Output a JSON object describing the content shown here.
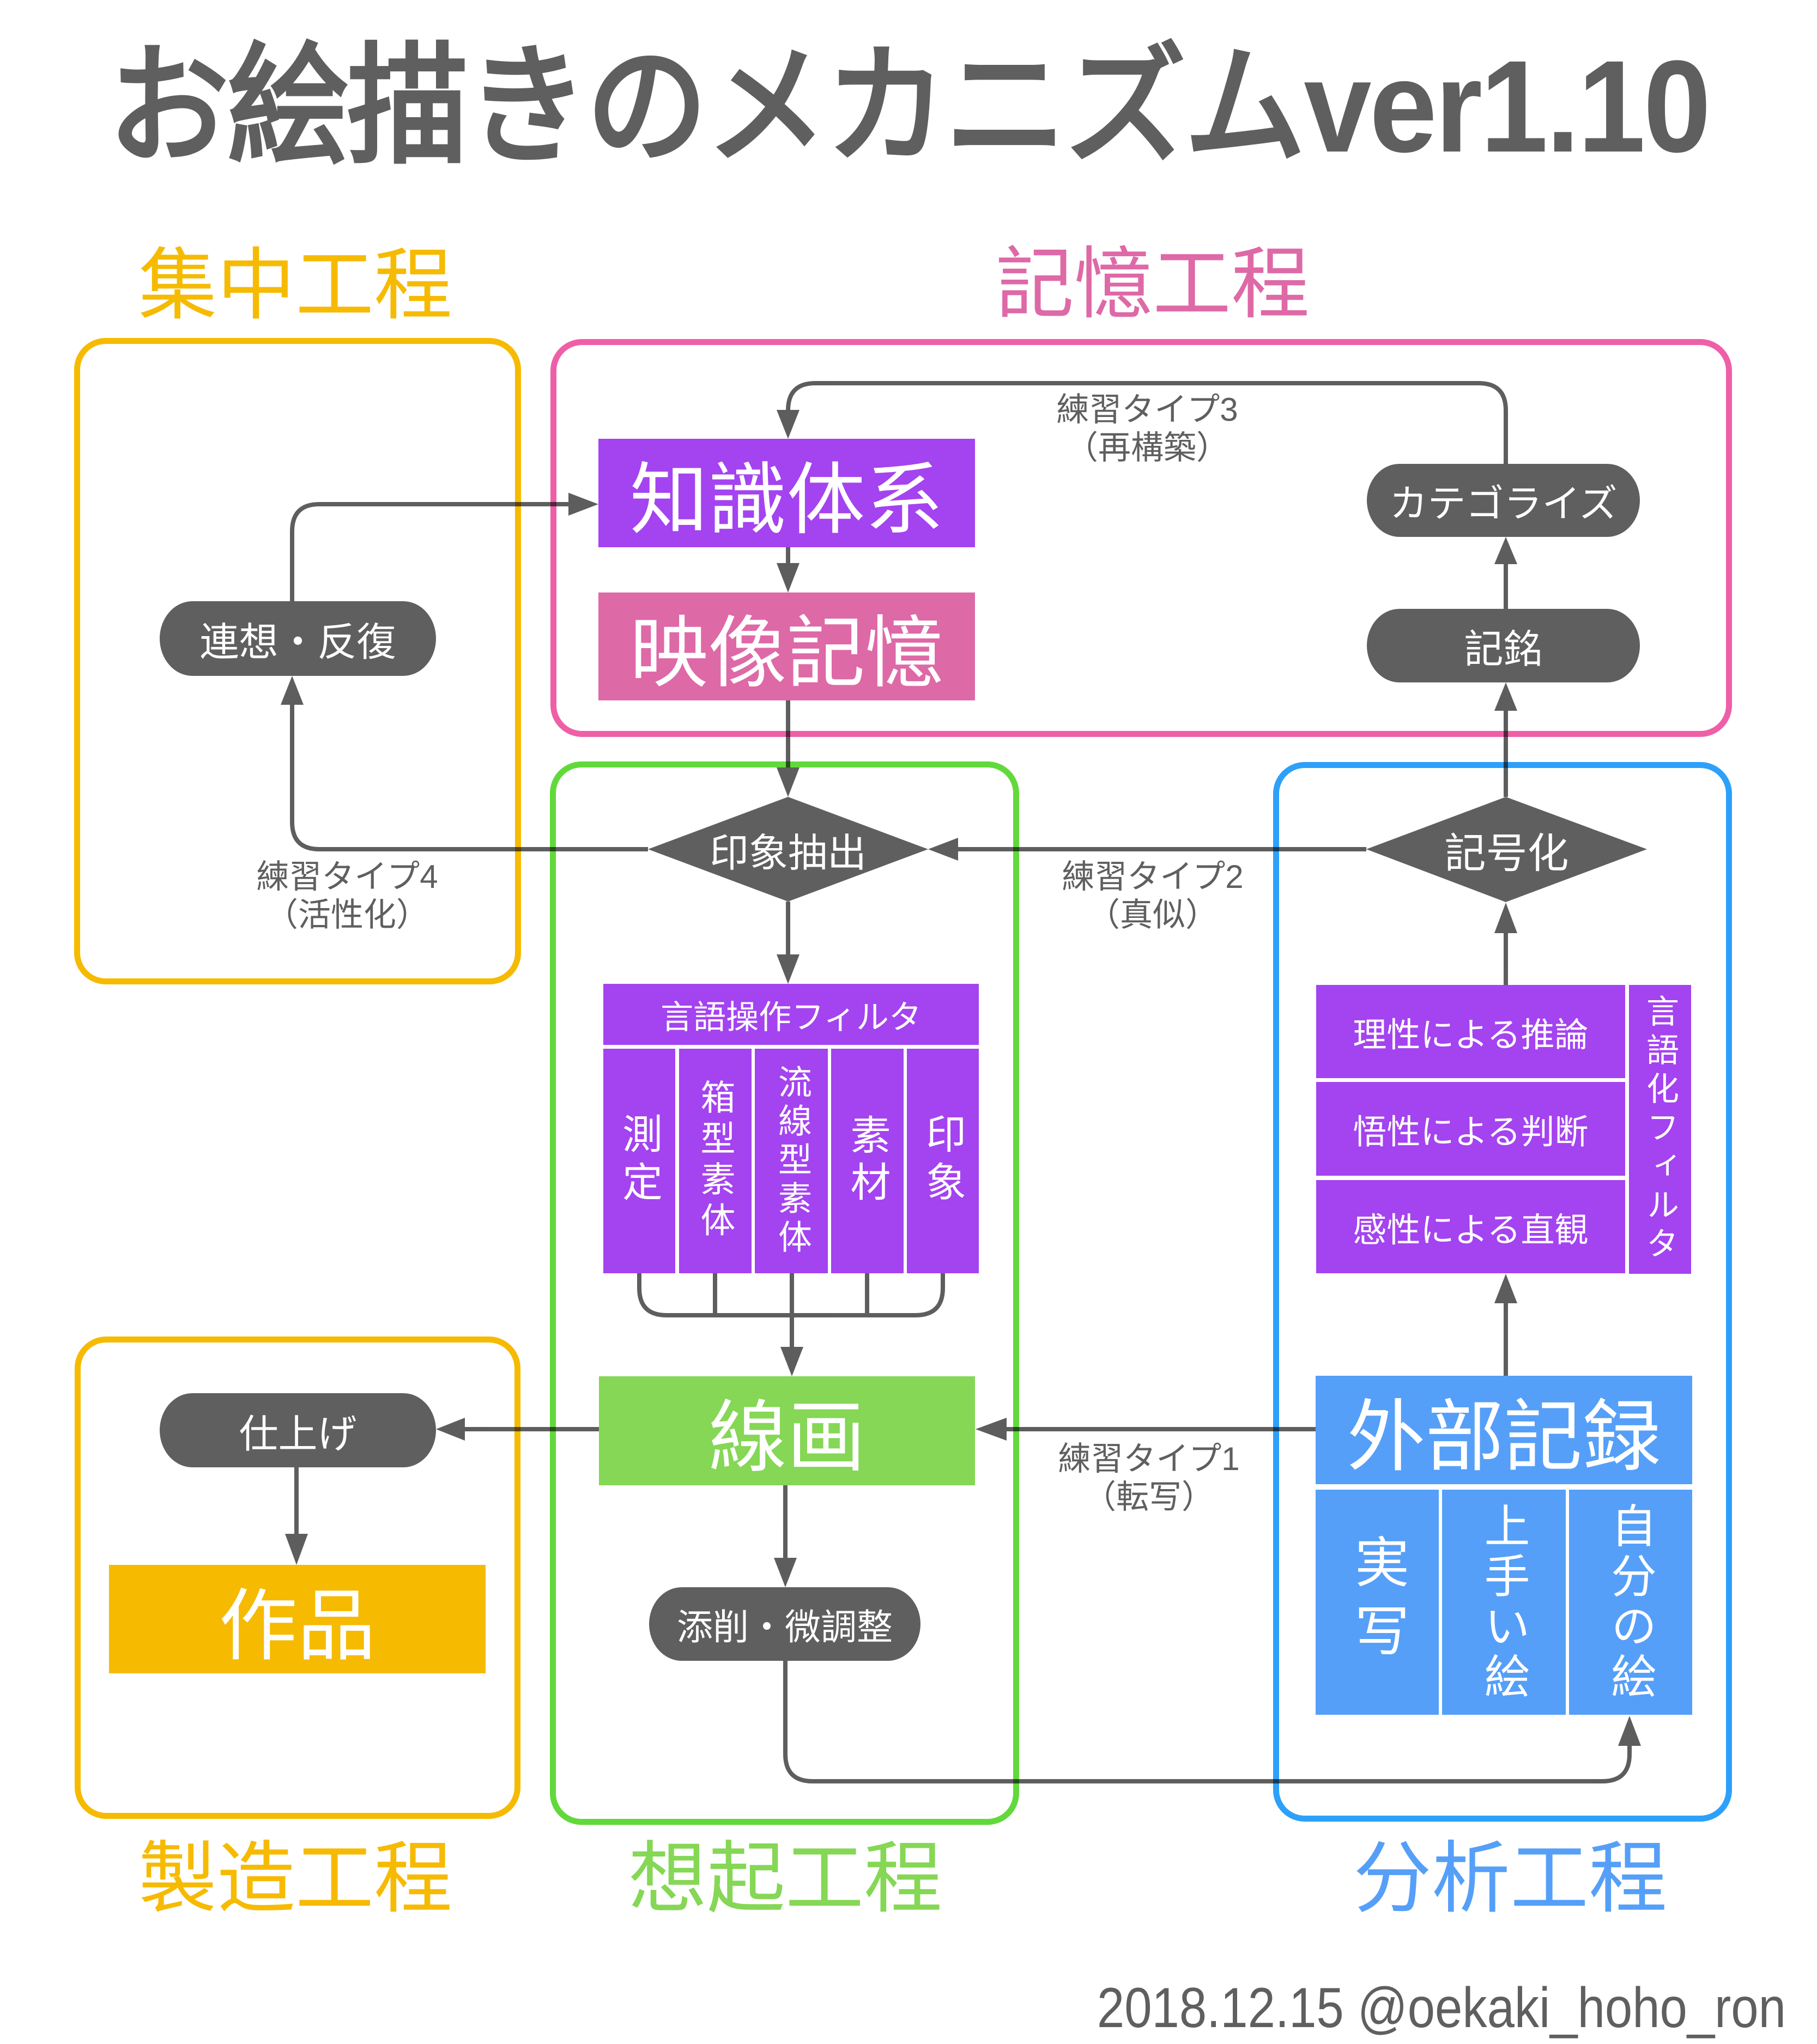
{
  "title": "お絵描きのメカニズムver1.10",
  "colors": {
    "gray": "#5F5F5F",
    "yellow": "#F6BA00",
    "pink_border": "#EF5FA7",
    "pink_fill": "#DE69A7",
    "purple": "#A443F0",
    "green_border": "#62D93B",
    "green_fill": "#85D755",
    "blue_border": "#2DA0FA",
    "blue_fill": "#559FF8"
  },
  "stages": {
    "focus": "集中工程",
    "memory": "記憶工程",
    "production": "製造工程",
    "recall": "想起工程",
    "analysis": "分析工程"
  },
  "nodes": {
    "knowledge_system": "知識体系",
    "visual_memory": "映像記憶",
    "categorize": "カテゴライズ",
    "encoding": "記銘",
    "association": "連想・反復",
    "impression_extraction": "印象抽出",
    "symbolization": "記号化",
    "language_filter": {
      "title": "言語操作フィルタ",
      "items": [
        "測定",
        "箱型素体",
        "流線型素体",
        "素材",
        "印象"
      ]
    },
    "verbalization_filter": {
      "title": "言語化フィルタ",
      "items": [
        "理性による推論",
        "悟性による判断",
        "感性による直観"
      ]
    },
    "external_record": {
      "title": "外部記録",
      "items": [
        "実写",
        "上手い絵",
        "自分の絵"
      ]
    },
    "line_drawing": "線画",
    "finishing": "仕上げ",
    "artwork": "作品",
    "correction": "添削・微調整"
  },
  "practice": [
    {
      "type": "練習タイプ1",
      "name": "（転写）"
    },
    {
      "type": "練習タイプ2",
      "name": "（真似）"
    },
    {
      "type": "練習タイプ3",
      "name": "（再構築）"
    },
    {
      "type": "練習タイプ4",
      "name": "（活性化）"
    }
  ],
  "footer": {
    "credit": "2018.12.15 @oekaki_hoho_ron"
  }
}
